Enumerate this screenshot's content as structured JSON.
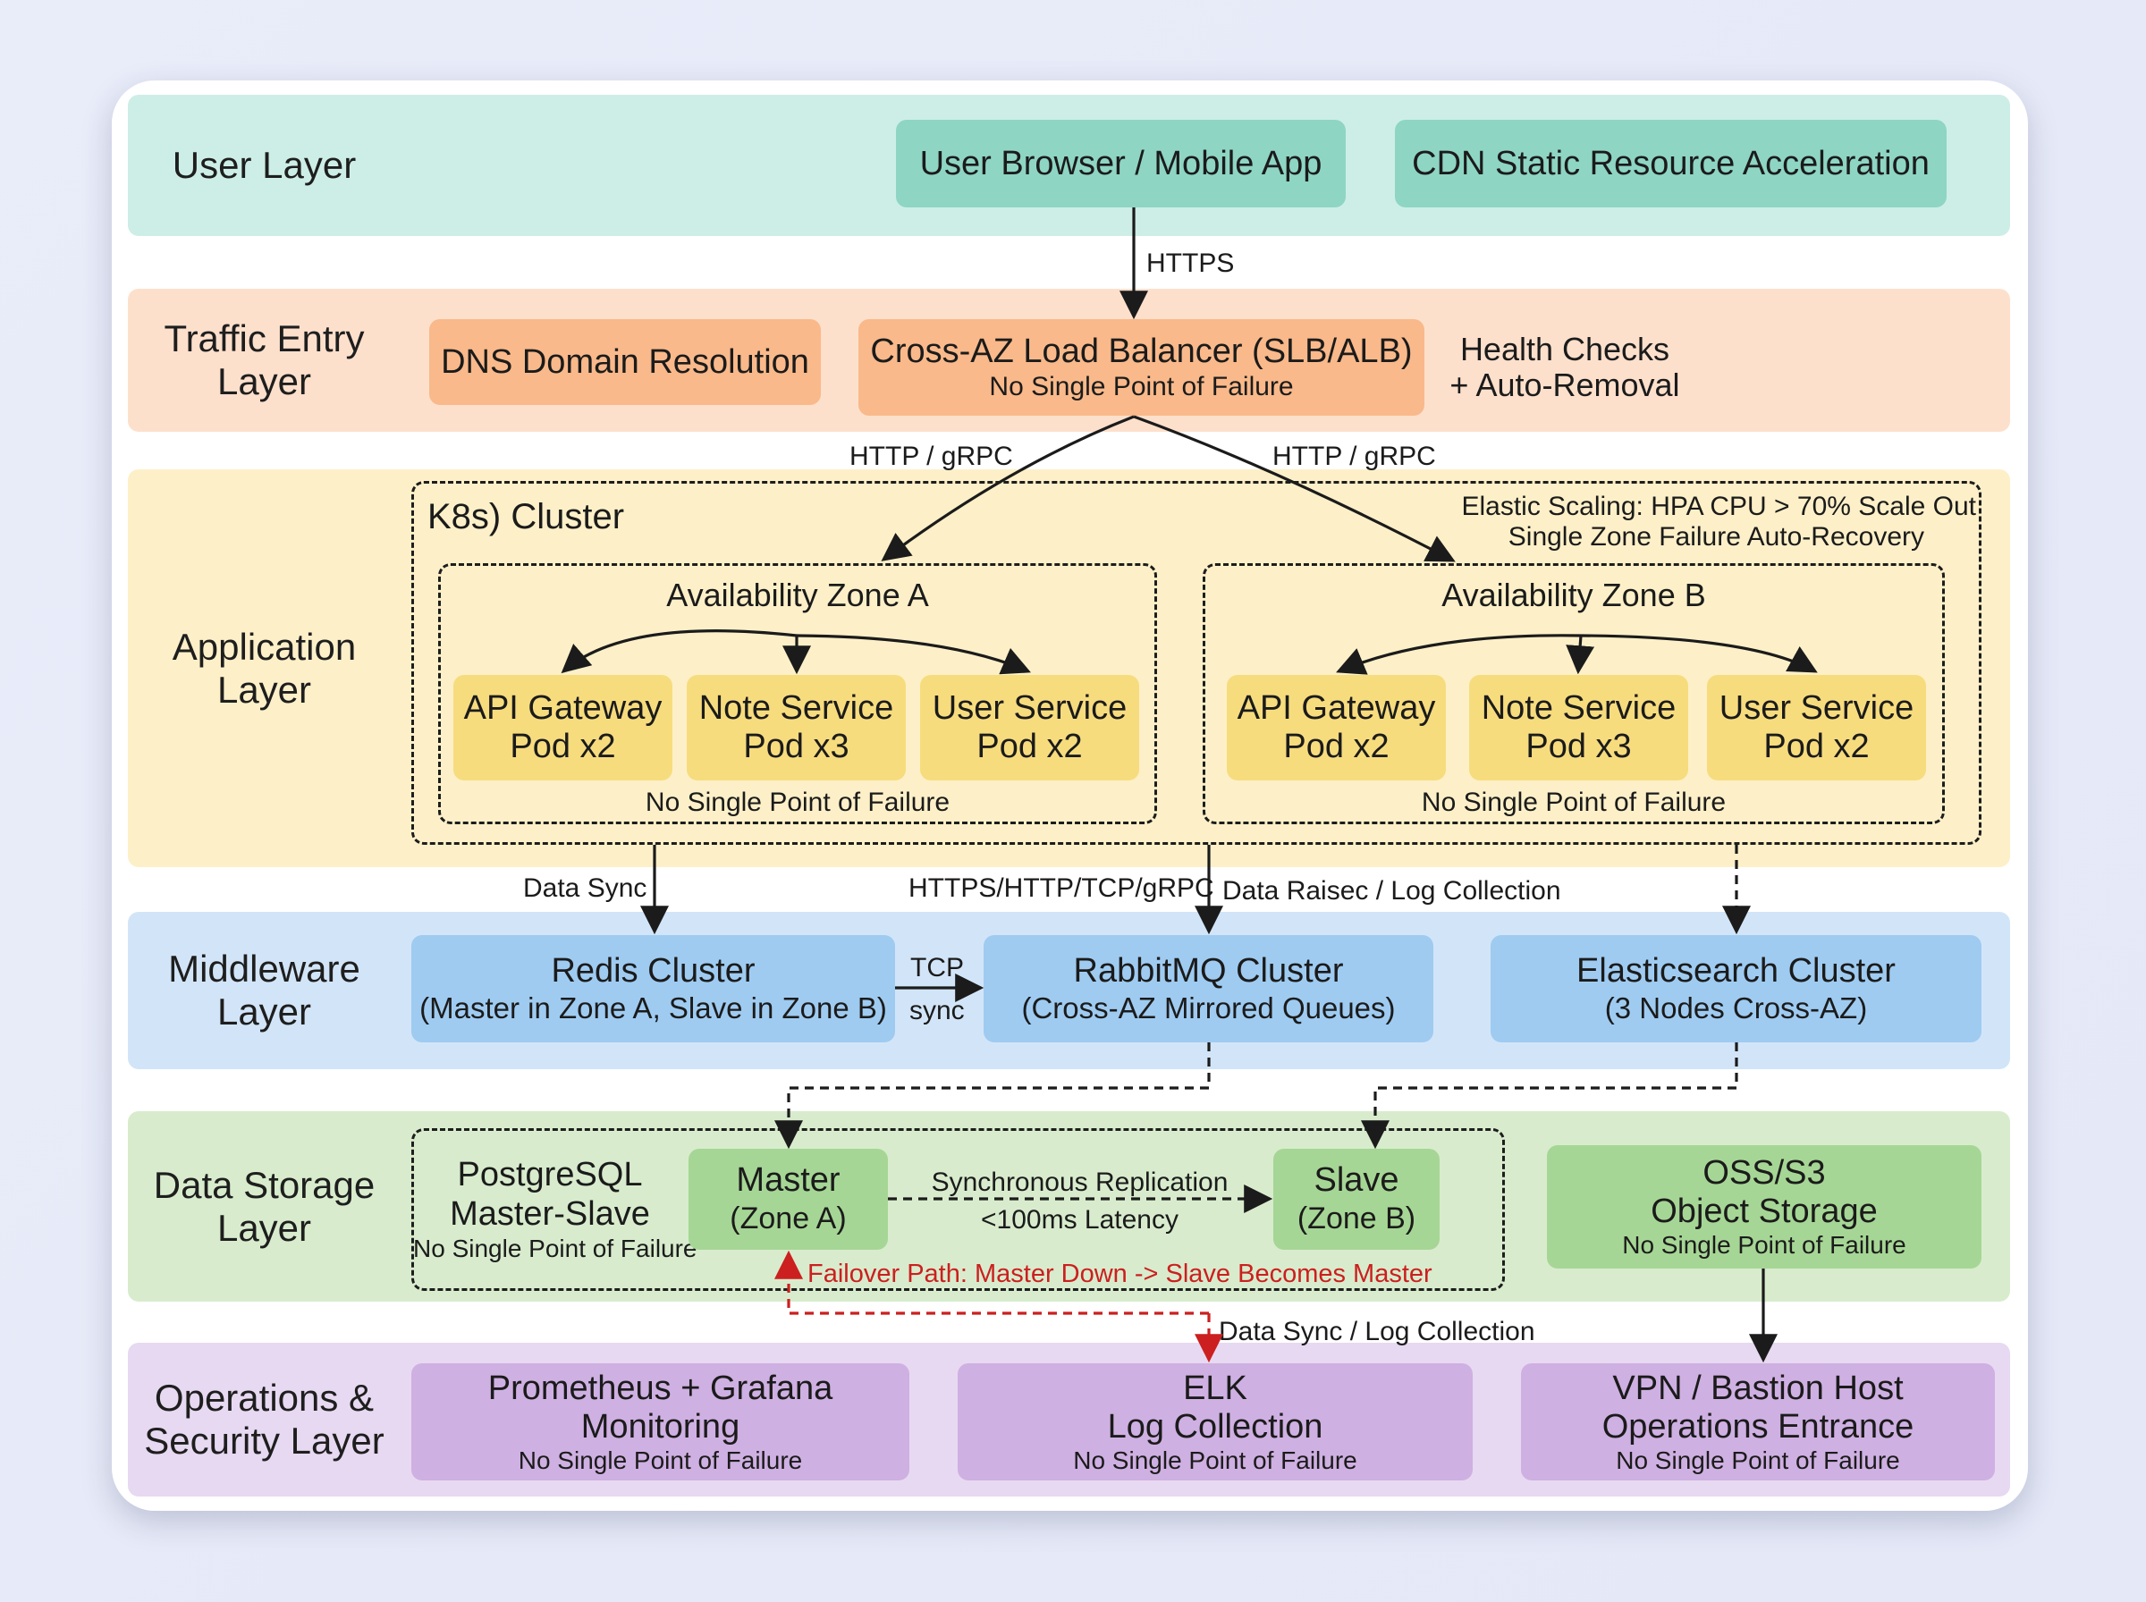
{
  "colors": {
    "user_band": "#cdeee6",
    "user_box": "#8ed5c4",
    "traffic_band": "#fde0cc",
    "traffic_box": "#f9b98a",
    "app_band": "#fdf0c8",
    "app_box": "#f7dc7e",
    "middleware_band": "#d2e5f8",
    "middleware_box": "#9fcbf1",
    "storage_band": "#d8eccd",
    "storage_box": "#a6d695",
    "ops_band": "#e7d9f1",
    "ops_box": "#cfb0e2",
    "failover": "#cc1f1f"
  },
  "user_layer": {
    "label": "User Layer",
    "browser": "User Browser / Mobile App",
    "cdn": "CDN Static Resource Acceleration"
  },
  "https_label": "HTTPS",
  "traffic_layer": {
    "label_line1": "Traffic Entry",
    "label_line2": "Layer",
    "dns": "DNS Domain Resolution",
    "lb_title": "Cross-AZ Load Balancer (SLB/ALB)",
    "lb_sub": "No Single Point of Failure",
    "health_line1": "Health Checks",
    "health_line2": "+ Auto-Removal"
  },
  "grpc_left": "HTTP / gRPC",
  "grpc_right": "HTTP / gRPC",
  "app_layer": {
    "label_line1": "Application",
    "label_line2": "Layer",
    "cluster_title": "K8s) Cluster",
    "scaling_line1": "Elastic Scaling: HPA CPU > 70% Scale Out",
    "scaling_line2": "Single Zone Failure Auto-Recovery",
    "zone_a": {
      "title": "Availability Zone A",
      "pods": [
        {
          "line1": "API Gateway",
          "line2": "Pod x2"
        },
        {
          "line1": "Note Service",
          "line2": "Pod x3"
        },
        {
          "line1": "User Service",
          "line2": "Pod x2"
        }
      ],
      "footer": "No Single Point of Failure"
    },
    "zone_b": {
      "title": "Availability Zone B",
      "pods": [
        {
          "line1": "API Gateway",
          "line2": "Pod x2"
        },
        {
          "line1": "Note Service",
          "line2": "Pod x3"
        },
        {
          "line1": "User Service",
          "line2": "Pod x2"
        }
      ],
      "footer": "No Single Point of Failure"
    }
  },
  "flow_labels": {
    "data_sync": "Data Sync",
    "protocols": "HTTPS/HTTP/TCP/gRPC",
    "data_raisec": "Data Raisec / Log Collection",
    "tcp": "TCP",
    "sync": "sync",
    "data_sync_log": "Data Sync / Log Collection"
  },
  "middleware_layer": {
    "label_line1": "Middleware",
    "label_line2": "Layer",
    "redis_title": "Redis Cluster",
    "redis_sub": "(Master in Zone A, Slave in Zone B)",
    "rabbit_title": "RabbitMQ Cluster",
    "rabbit_sub": "(Cross-AZ Mirrored Queues)",
    "es_title": "Elasticsearch Cluster",
    "es_sub": "(3 Nodes Cross-AZ)"
  },
  "storage_layer": {
    "label_line1": "Data Storage",
    "label_line2": "Layer",
    "pg_line1": "PostgreSQL",
    "pg_line2": "Master-Slave",
    "pg_sub": "No Single Point of Failure",
    "master_line1": "Master",
    "master_line2": "(Zone A)",
    "repl_line1": "Synchronous Replication",
    "repl_line2": "<100ms Latency",
    "slave_line1": "Slave",
    "slave_line2": "(Zone B)",
    "failover": "Failover Path: Master Down -> Slave Becomes Master",
    "oss_line1": "OSS/S3",
    "oss_line2": "Object Storage",
    "oss_sub": "No Single Point of Failure"
  },
  "ops_layer": {
    "label_line1": "Operations &",
    "label_line2": "Security Layer",
    "prom_line1": "Prometheus + Grafana",
    "prom_line2": "Monitoring",
    "prom_sub": "No Single Point of Failure",
    "elk_line1": "ELK",
    "elk_line2": "Log Collection",
    "elk_sub": "No Single Point of Failure",
    "vpn_line1": "VPN / Bastion Host",
    "vpn_line2": "Operations Entrance",
    "vpn_sub": "No Single Point of Failure"
  }
}
